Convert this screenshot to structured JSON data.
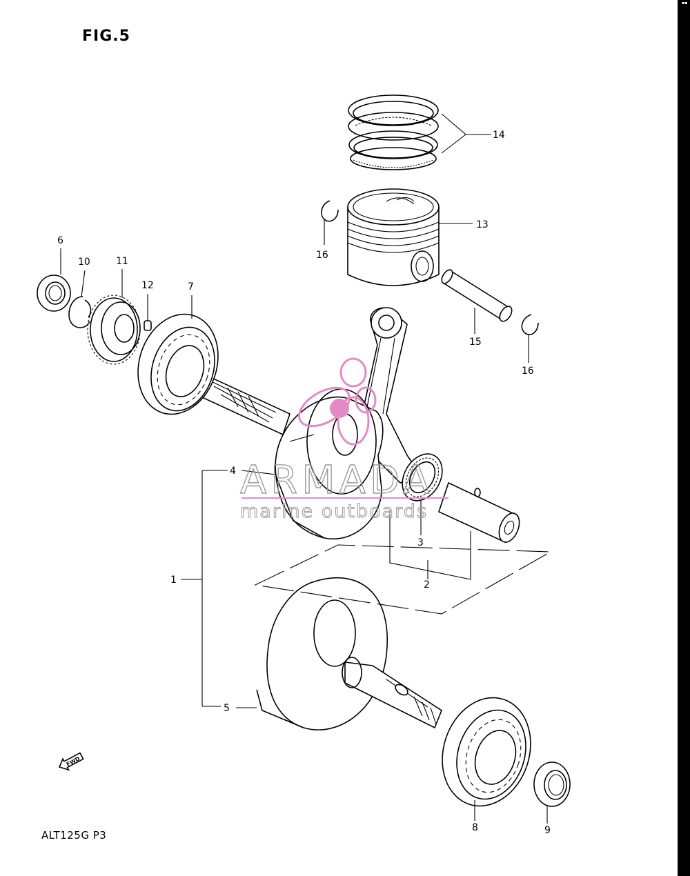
{
  "figure": {
    "title": "FIG.5",
    "code": "ALT125G  P3"
  },
  "watermark": {
    "brand": "ARMADA",
    "tagline": "marine outboards",
    "accent_color": "#e48ac6",
    "text_color": "#9a9aa0"
  },
  "fwd_badge": "FWD",
  "callouts": {
    "c1": "1",
    "c2": "2",
    "c3": "3",
    "c4": "4",
    "c5": "5",
    "c6": "6",
    "c7": "7",
    "c8": "8",
    "c9": "9",
    "c10": "10",
    "c11": "11",
    "c12": "12",
    "c13": "13",
    "c14": "14",
    "c15": "15",
    "c16a": "16",
    "c16b": "16"
  },
  "corner_mark": "▪▪"
}
